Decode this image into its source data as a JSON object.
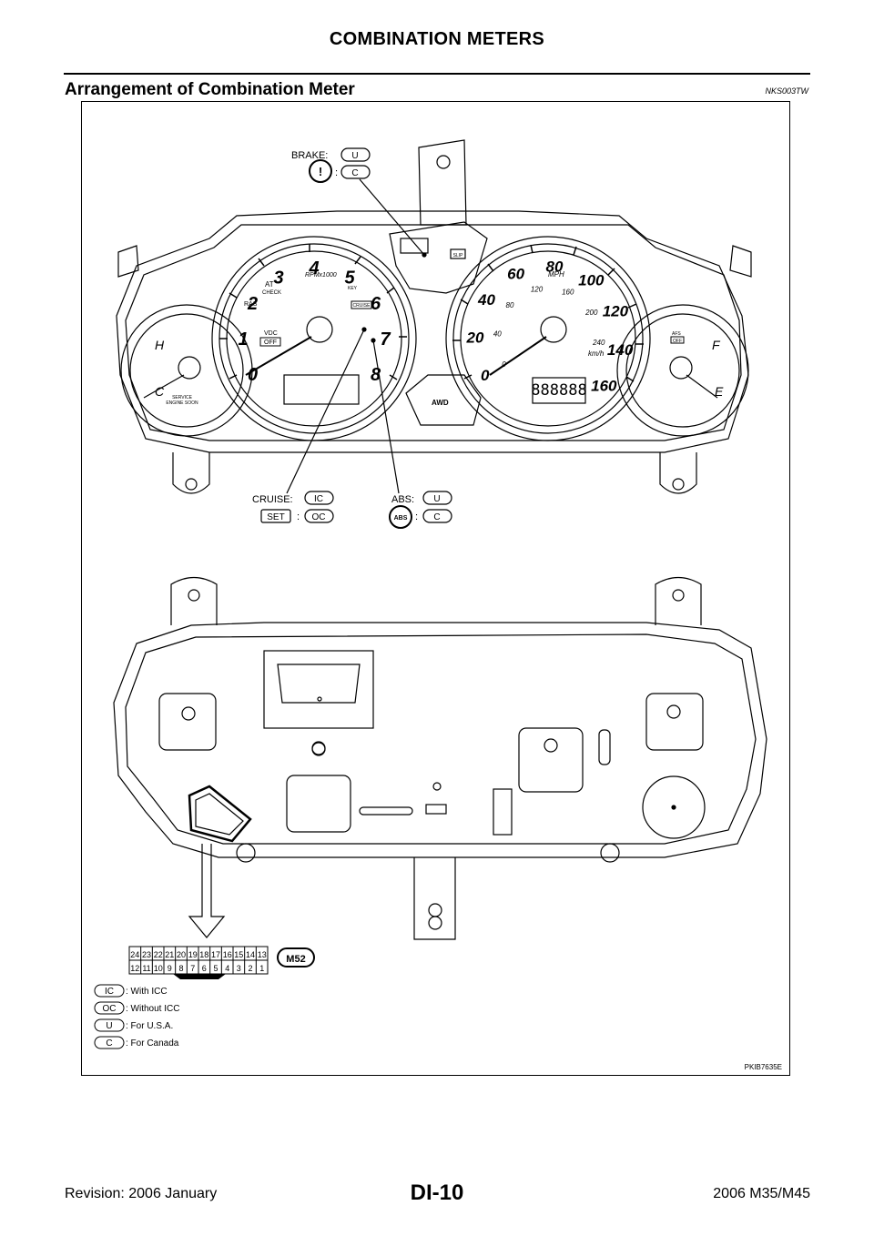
{
  "header": {
    "title": "COMBINATION METERS"
  },
  "section": {
    "title": "Arrangement of Combination Meter",
    "code": "NKS003TW"
  },
  "figure": {
    "code": "PKIB7635E",
    "callouts": {
      "brake": {
        "label": "BRAKE:",
        "u": "U",
        "c": "C",
        "colon": ":"
      },
      "cruise": {
        "label": "CRUISE:",
        "ic": "IC",
        "set": "SET",
        "colon": ":",
        "oc": "OC"
      },
      "abs": {
        "label": "ABS:",
        "u": "U",
        "icon": "ABS",
        "colon": ":",
        "c": "C"
      }
    },
    "tachometer": {
      "numbers": [
        "0",
        "1",
        "2",
        "3",
        "4",
        "5",
        "6",
        "7",
        "8"
      ],
      "unit": "RPMx1000",
      "labels": {
        "ras": "RAS",
        "at": "AT",
        "check": "CHECK",
        "vdc": "VDC",
        "off": "OFF",
        "cruise": "CRUISE",
        "key": "KEY"
      }
    },
    "speedometer": {
      "mph": [
        "0",
        "20",
        "40",
        "60",
        "80",
        "100",
        "120",
        "140",
        "160"
      ],
      "kmh": [
        "0",
        "40",
        "80",
        "120",
        "160",
        "200",
        "240"
      ],
      "mph_unit": "MPH",
      "kmh_unit": "km/h",
      "lcd": "888888"
    },
    "temp_gauge": {
      "hot": "H",
      "cold": "C",
      "service": "SERVICE ENGINE SOON"
    },
    "fuel_gauge": {
      "full": "F",
      "empty": "E",
      "afs": "AFS",
      "afs_off": "OFF"
    },
    "center": {
      "awd": "AWD",
      "slip": "SLIP"
    },
    "connector": {
      "id": "M52",
      "top_row": [
        "24",
        "23",
        "22",
        "21",
        "20",
        "19",
        "18",
        "17",
        "16",
        "15",
        "14",
        "13"
      ],
      "bottom_row": [
        "12",
        "11",
        "10",
        "9",
        "8",
        "7",
        "6",
        "5",
        "4",
        "3",
        "2",
        "1"
      ]
    },
    "legend": [
      {
        "key": "IC",
        "text": ": With ICC"
      },
      {
        "key": "OC",
        "text": ": Without ICC"
      },
      {
        "key": "U",
        "text": ": For U.S.A."
      },
      {
        "key": "C",
        "text": ": For Canada"
      }
    ]
  },
  "footer": {
    "revision": "Revision: 2006 January",
    "page": "DI-10",
    "model": "2006 M35/M45"
  }
}
